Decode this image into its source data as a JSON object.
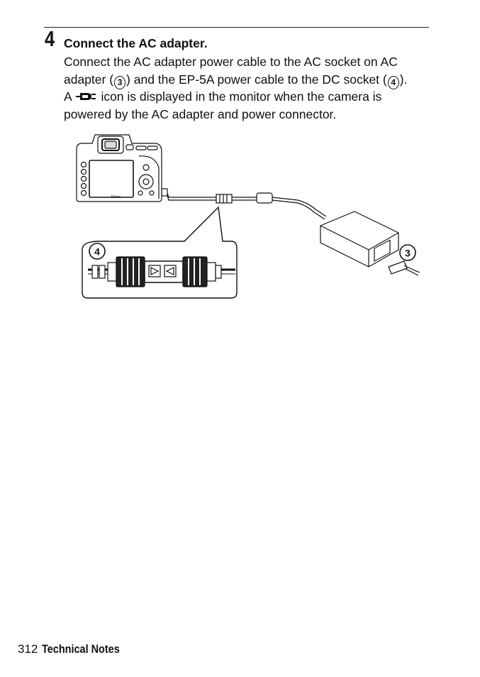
{
  "step": {
    "number": "4",
    "heading": "Connect the AC adapter."
  },
  "body": {
    "line1": "Connect the AC adapter power cable to the AC socket on AC",
    "line2_a": "adapter (",
    "line2_ref3": "3",
    "line2_b": ") and the EP-5A power cable to the DC socket (",
    "line2_ref4": "4",
    "line2_c": ").",
    "line3_a": "A ",
    "line3_icon": "ac-power-icon",
    "line3_b": " icon is displayed in the monitor when the camera is",
    "line4": "powered by the AC adapter and power connector."
  },
  "illustration": {
    "icon": "camera-ac-adapter-illustration",
    "callout_left": "4",
    "callout_right": "3",
    "brand_mark": "Nikon"
  },
  "footer": {
    "page_number": "312",
    "section": "Technical Notes"
  }
}
